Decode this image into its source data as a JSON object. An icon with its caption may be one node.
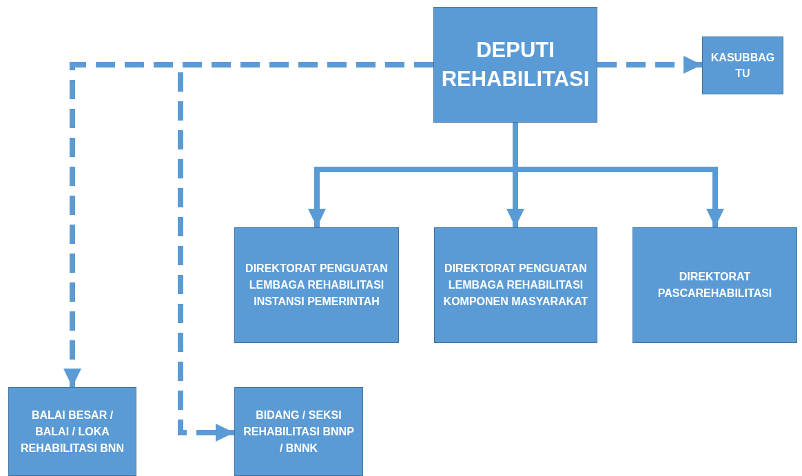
{
  "diagram": {
    "nodes": [
      {
        "text": [
          "DEPUTI REHABILITASI"
        ]
      },
      {
        "text": [
          "KASUBBAG TU"
        ]
      },
      {
        "text": [
          "DIREKTORAT PENGUATAN LEMBAGA REHABILITASI INSTANSI PEMERINTAH"
        ]
      },
      {
        "text": [
          "DIREKTORAT PENGUATAN LEMBAGA REHABILITASI KOMPONEN MASYARAKAT"
        ]
      },
      {
        "text": [
          "DIREKTORAT PASCAREHABILITASI"
        ]
      },
      {
        "text": [
          "BALAI BESAR / BALAI / LOKA REHABILITASI BNN"
        ]
      },
      {
        "text": [
          "BIDANG / SEKSI REHABILITASI BNNP / BNNK"
        ]
      }
    ],
    "edges": [
      {
        "from": 0,
        "to": 1,
        "arrow": "to",
        "style": "dashed"
      },
      {
        "from": 0,
        "to": 2,
        "arrow": "to"
      },
      {
        "from": 0,
        "to": 3,
        "arrow": "to"
      },
      {
        "from": 0,
        "to": 4,
        "arrow": "to"
      },
      {
        "from": 0,
        "to": 5,
        "arrow": "to",
        "style": "dashed"
      },
      {
        "from": 0,
        "to": 6,
        "arrow": "to",
        "style": "dashed"
      }
    ]
  }
}
